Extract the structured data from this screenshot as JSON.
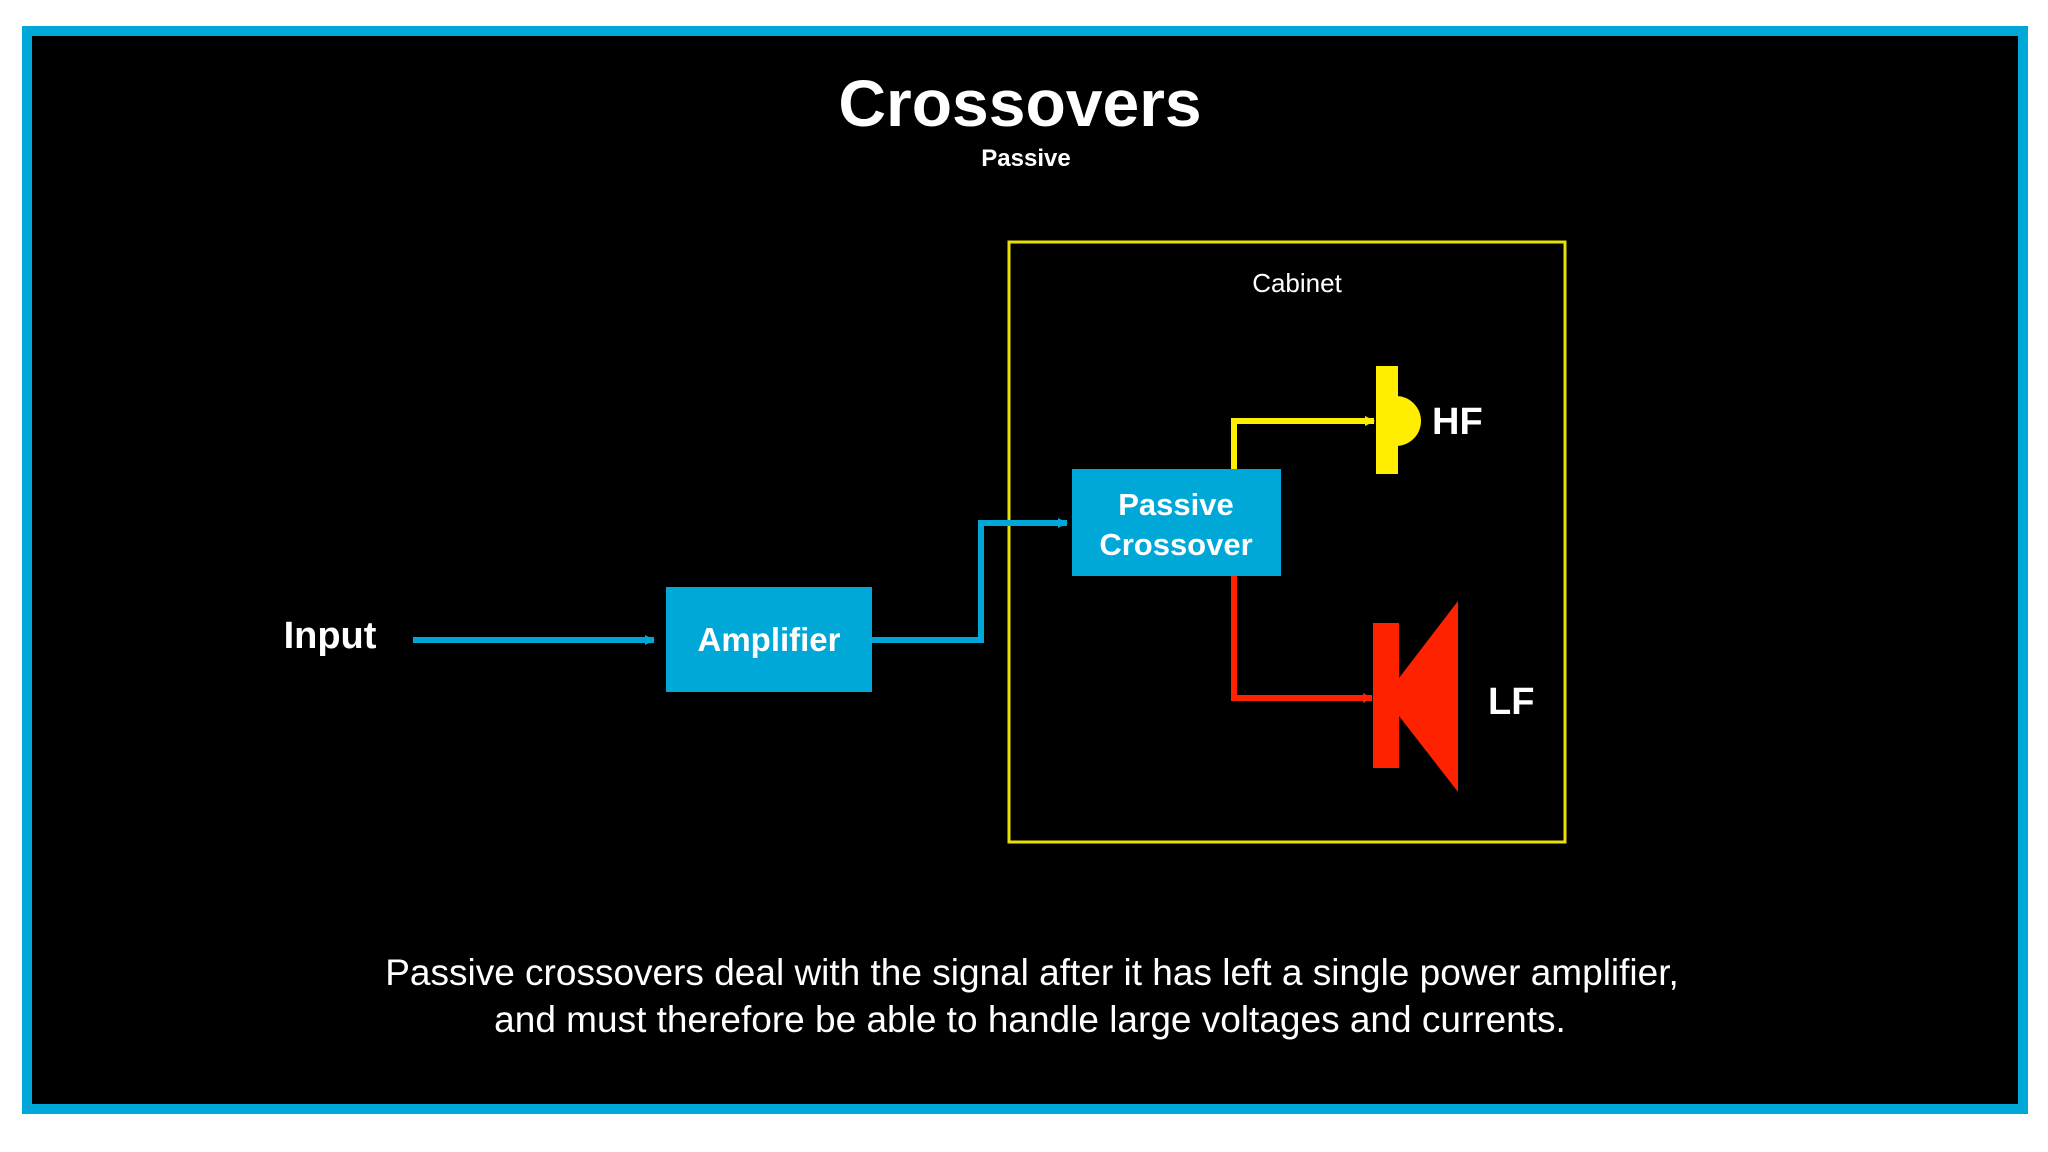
{
  "title": "Crossovers",
  "subtitle": "Passive",
  "diagram": {
    "input_label": "Input",
    "amplifier_label": "Amplifier",
    "crossover_label_line1": "Passive",
    "crossover_label_line2": "Crossover",
    "cabinet_label": "Cabinet",
    "hf_label": "HF",
    "lf_label": "LF"
  },
  "caption": {
    "line1": "Passive crossovers deal with the signal after it has left a single power amplifier,",
    "line2": "and must therefore be able to handle large voltages and currents."
  },
  "colors": {
    "frame": "#00a8d8",
    "background": "#000000",
    "box_fill": "#00a8d8",
    "signal_blue": "#00a8d8",
    "hf_yellow": "#ffee00",
    "lf_red": "#ff2200",
    "cabinet_outline": "#e8e000",
    "text": "#ffffff"
  },
  "icons": {
    "hf_driver": "tweeter-icon",
    "lf_driver": "woofer-icon"
  }
}
